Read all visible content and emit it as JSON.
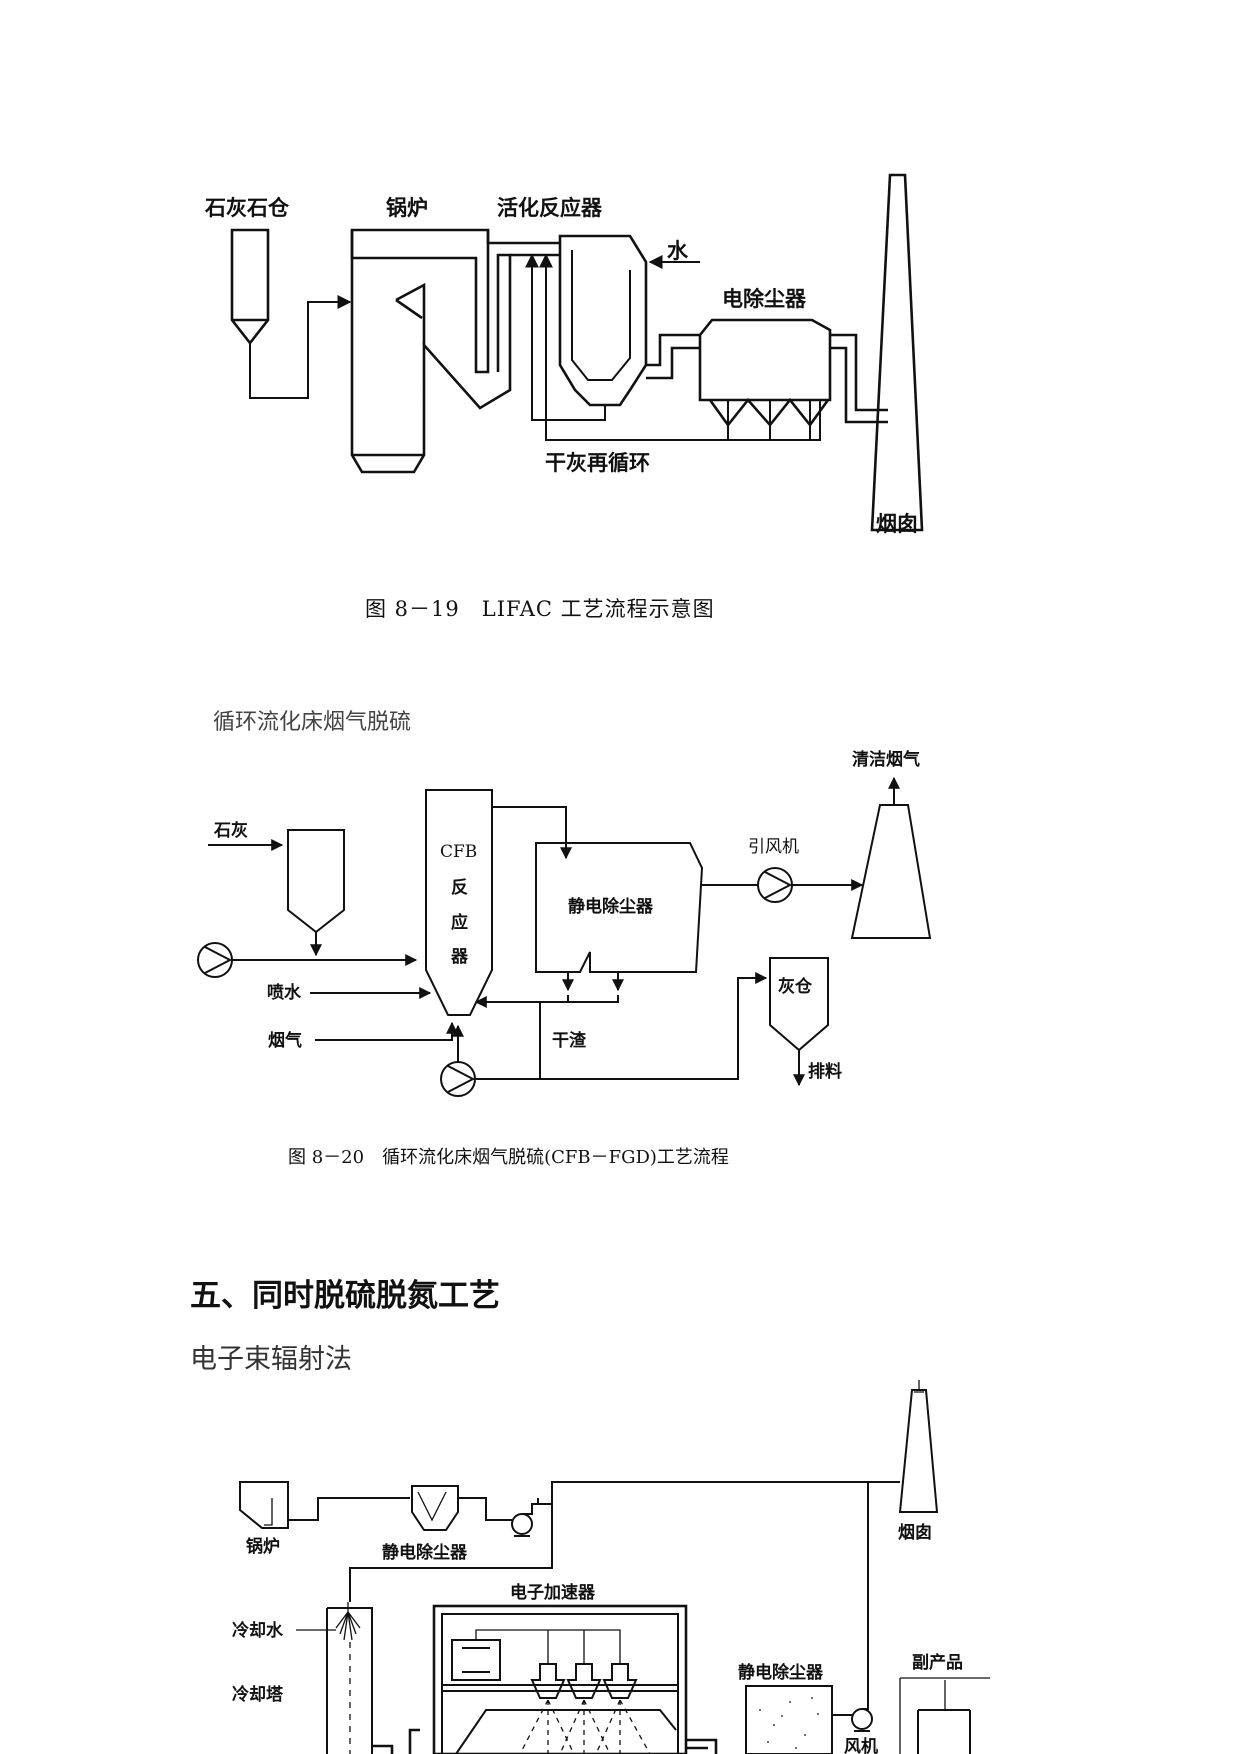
{
  "figure1": {
    "labels": {
      "limestone_silo": "石灰石仓",
      "boiler": "锅炉",
      "activation_reactor": "活化反应器",
      "water": "水",
      "esp": "电除尘器",
      "dry_ash_recycle": "干灰再循环",
      "chimney": "烟囱"
    },
    "caption": "图 8－19　LIFAC 工艺流程示意图"
  },
  "section_subtitle_1": "循环流化床烟气脱硫",
  "figure2": {
    "labels": {
      "clean_gas": "清洁烟气",
      "lime": "石灰",
      "cfb": "CFB",
      "reactor_1": "反",
      "reactor_2": "应",
      "reactor_3": "器",
      "esp": "静电除尘器",
      "id_fan": "引风机",
      "spray_water": "喷水",
      "flue_gas": "烟气",
      "dry_slag": "干渣",
      "ash_silo": "灰仓",
      "discharge": "排料"
    },
    "caption": "图 8－20　循环流化床烟气脱硫(CFB－FGD)工艺流程"
  },
  "section_heading": "五、同时脱硫脱氮工艺",
  "section_subtitle_2": "电子束辐射法",
  "figure3": {
    "labels": {
      "boiler": "锅炉",
      "esp_1": "静电除尘器",
      "chimney": "烟囱",
      "cooling_water": "冷却水",
      "electron_accelerator": "电子加速器",
      "cooling_tower": "冷却塔",
      "esp_2": "静电除尘器",
      "byproduct": "副产品",
      "fan": "风机"
    }
  }
}
